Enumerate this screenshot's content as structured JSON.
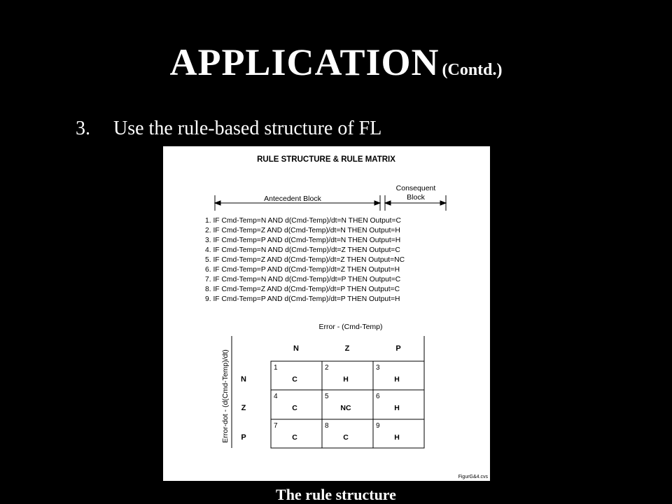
{
  "slide": {
    "title": "APPLICATION",
    "title_suffix": "(Contd.)",
    "bullet_number": "3.",
    "bullet_text": "Use the rule-based structure of FL",
    "caption": "The rule structure"
  },
  "figure": {
    "title": "RULE STRUCTURE & RULE MATRIX",
    "antecedent_label": "Antecedent Block",
    "consequent_label_line1": "Consequent",
    "consequent_label_line2": "Block",
    "rules": [
      "1. IF Cmd-Temp=N  AND  d(Cmd-Temp)/dt=N THEN Output=C",
      "2. IF Cmd-Temp=Z AND  d(Cmd-Temp)/dt=N THEN Output=H",
      "3. IF Cmd-Temp=P AND d(Cmd-Temp)/dt=N THEN Output=H",
      "4. IF Cmd-Temp=N AND  d(Cmd-Temp)/dt=Z THEN Output=C",
      "5. IF Cmd-Temp=Z AND d(Cmd-Temp)/dt=Z THEN Output=NC",
      "6. IF Cmd-Temp=P AND d(Cmd-Temp)/dt=Z THEN Output=H",
      "7. IF Cmd-Temp=N AND d(Cmd-Temp)/dt=P THEN Output=C",
      "8. IF Cmd-Temp=Z AND d(Cmd-Temp)/dt=P THEN Output=C",
      "9. IF Cmd-Temp=P AND d(Cmd-Temp)/dt=P THEN Output=H"
    ],
    "matrix": {
      "x_label": "Error  - (Cmd-Temp)",
      "y_label": "Error-dot  - (d(Cmd-Temp)/dt)",
      "col_headers": [
        "N",
        "Z",
        "P"
      ],
      "row_headers": [
        "N",
        "Z",
        "P"
      ],
      "cells": [
        [
          {
            "num": "1",
            "val": "C"
          },
          {
            "num": "2",
            "val": "H"
          },
          {
            "num": "3",
            "val": "H"
          }
        ],
        [
          {
            "num": "4",
            "val": "C"
          },
          {
            "num": "5",
            "val": "NC"
          },
          {
            "num": "6",
            "val": "H"
          }
        ],
        [
          {
            "num": "7",
            "val": "C"
          },
          {
            "num": "8",
            "val": "C"
          },
          {
            "num": "9",
            "val": "H"
          }
        ]
      ]
    },
    "file_label": "FigurG&4.cvs"
  }
}
